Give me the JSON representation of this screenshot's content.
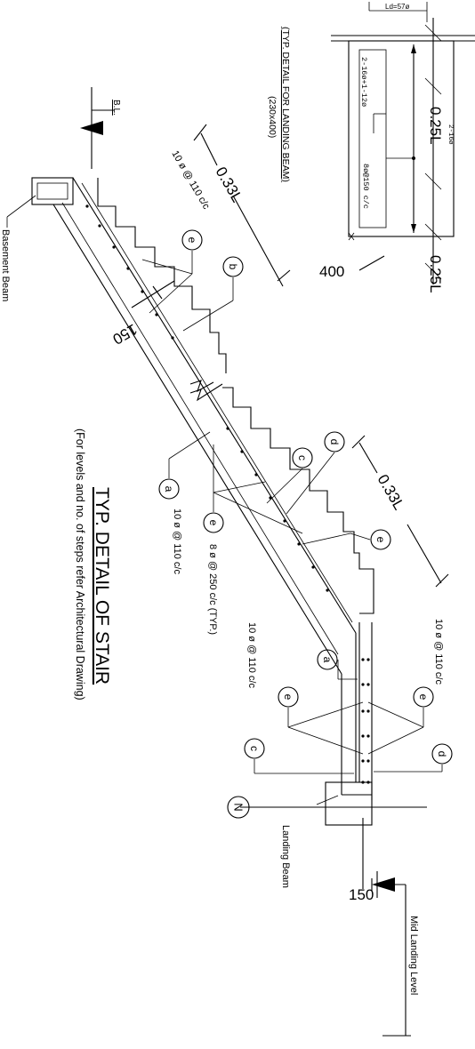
{
  "title": "TYP. DETAIL OF STAIR",
  "subtitle": "(For levels and no. of steps refer Architectural Drawing)",
  "landing_beam_detail": {
    "title": "(TYP. DETAIL FOR LANDING BEAM)",
    "size": "(230x400)",
    "ld": "Ld=57ø",
    "top_bars": "2-16ø+1-12ø",
    "stirrups": "8ø@150 c/c",
    "bottom_bars": "2-16ø",
    "depth": "400",
    "dim_top": "0.25L",
    "dim_bottom": "0.25L"
  },
  "labels": {
    "bl": "B.L.",
    "basement_beam": "Basement Beam",
    "landing_beam": "Landing Beam",
    "mid_landing_level": "Mid Landing Level",
    "dim_033_top": "0.33L",
    "dim_033_bottom": "0.33L",
    "dim_150_left": "150",
    "dim_150_right": "150",
    "north": "N"
  },
  "bar_specs": {
    "b_spec": "10 ø @ 110 c/c",
    "a_spec": "10 ø @ 110 c/c",
    "e_spec": "8 ø @ 250 c/c (TYP.)",
    "c_spec": "10 ø @ 110 c/c",
    "d_spec": "10 ø @ 110 c/c"
  },
  "markers": {
    "a": "a",
    "b": "b",
    "c": "c",
    "d": "d",
    "e": "e"
  }
}
